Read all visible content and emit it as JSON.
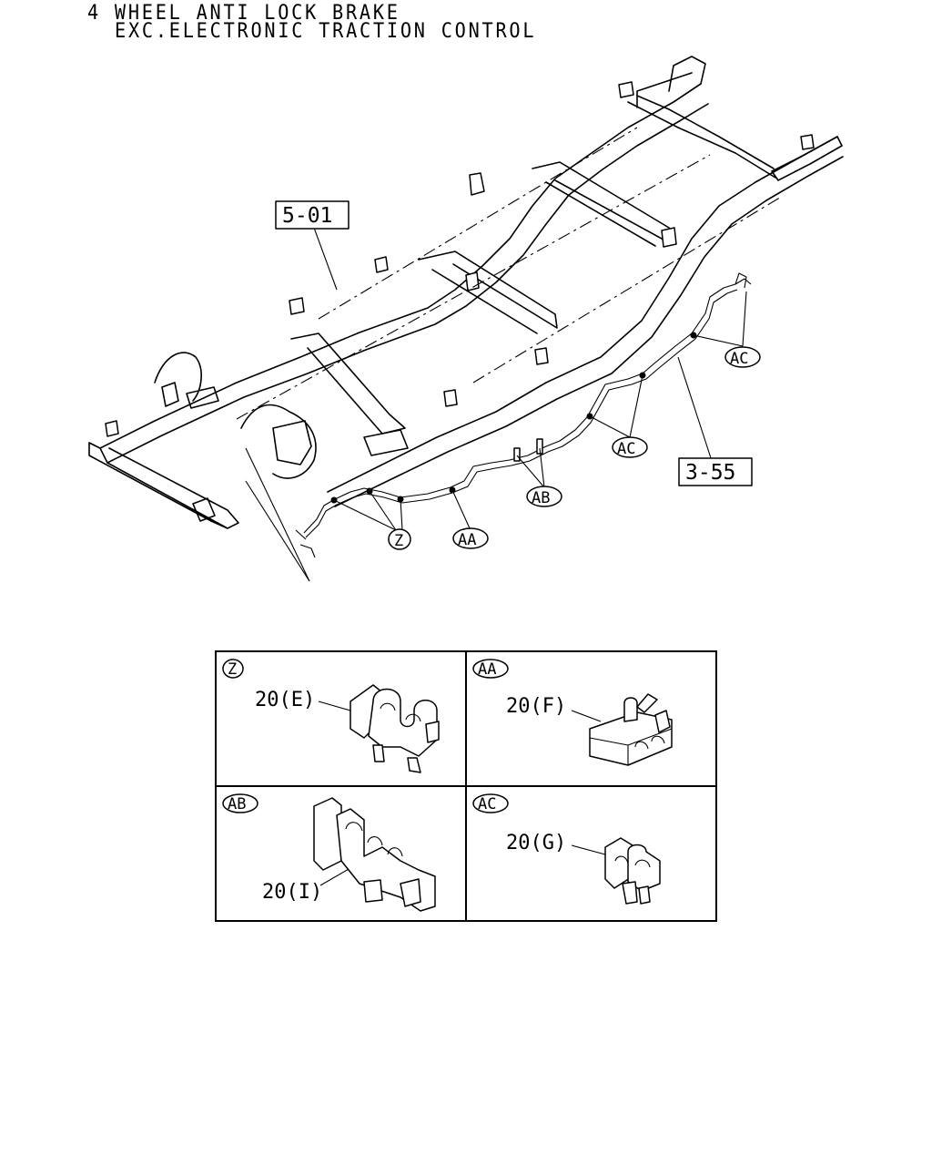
{
  "header": {
    "line1": "4 WHEEL ANTI LOCK BRAKE",
    "line2": "EXC.ELECTRONIC TRACTION CONTROL"
  },
  "callouts": {
    "frame_ref": "5-01",
    "harness_ref": "3-55"
  },
  "location_tags": {
    "z": "Z",
    "aa": "AA",
    "ab": "AB",
    "ac": "AC"
  },
  "detail_panels": [
    {
      "tag": "Z",
      "part_label": "20(E)"
    },
    {
      "tag": "AA",
      "part_label": "20(F)"
    },
    {
      "tag": "AB",
      "part_label": "20(I)"
    },
    {
      "tag": "AC",
      "part_label": "20(G)"
    }
  ]
}
